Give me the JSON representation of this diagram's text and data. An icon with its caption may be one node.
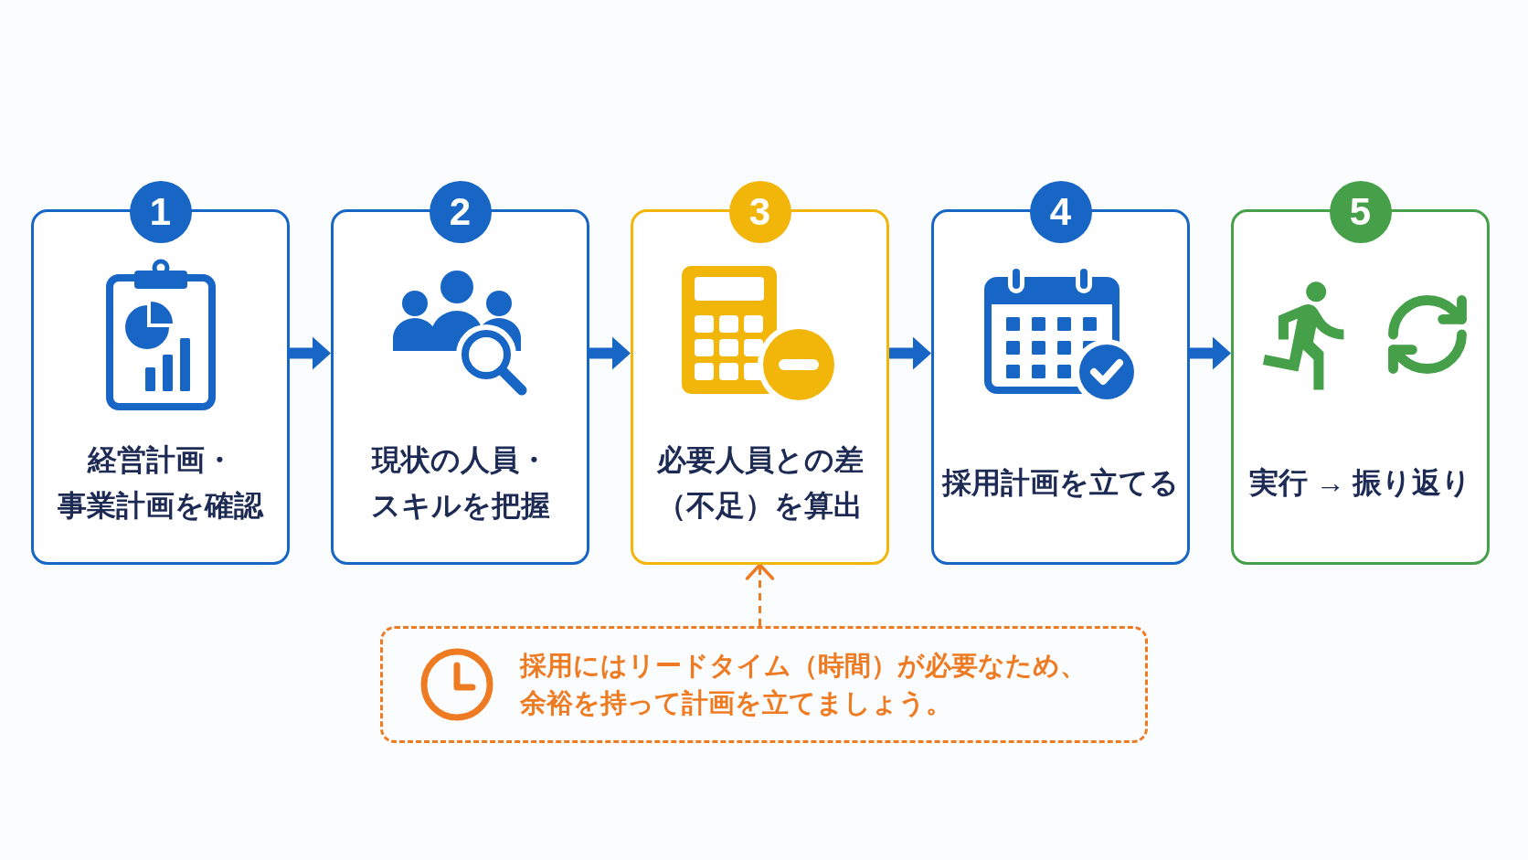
{
  "diagram": {
    "nodes": [
      {
        "text": [
          "1",
          "経営計画・事業計画を確認"
        ]
      },
      {
        "text": [
          "2",
          "現状の人員・スキルを把握"
        ]
      },
      {
        "text": [
          "3",
          "必要人員との差（不足）を算出"
        ]
      },
      {
        "text": [
          "4",
          "採用計画を立てる"
        ]
      },
      {
        "text": [
          "5",
          "実行 → 振り返り"
        ]
      },
      {
        "text": [
          "採用にはリードタイム（時間）が必要なため、余裕を持って計画を立てましょう。"
        ]
      }
    ],
    "edges": [
      {
        "from": 0,
        "to": 1,
        "arrow": "to"
      },
      {
        "from": 1,
        "to": 2,
        "arrow": "to"
      },
      {
        "from": 2,
        "to": 3,
        "arrow": "to"
      },
      {
        "from": 3,
        "to": 4,
        "arrow": "to"
      },
      {
        "from": 5,
        "to": 2,
        "arrow": "to",
        "style": "dashed",
        "color": "#ee7a22"
      }
    ]
  }
}
